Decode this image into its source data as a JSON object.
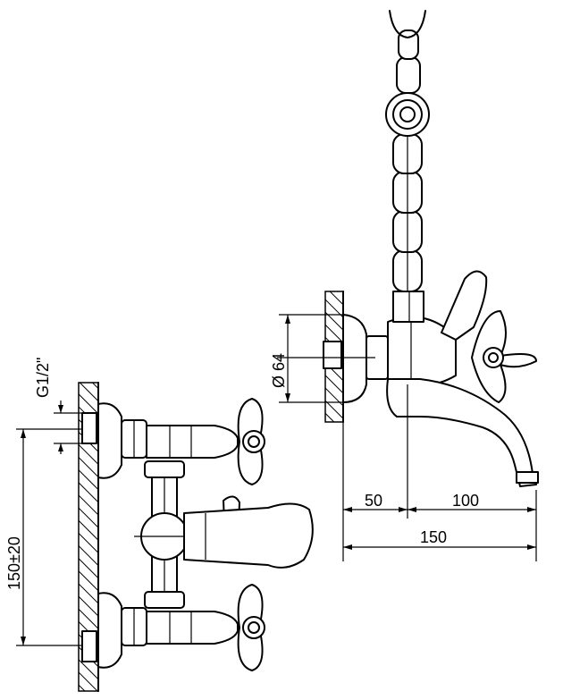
{
  "labels": {
    "thread": "G1/2\"",
    "diameter": "Ø 64",
    "center_distance": "150±20",
    "dim_50": "50",
    "dim_100": "100",
    "dim_150": "150"
  },
  "colors": {
    "line": "#000000",
    "background": "#ffffff"
  }
}
